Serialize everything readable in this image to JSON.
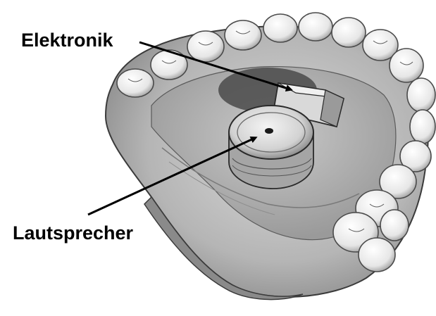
{
  "labels": {
    "electronics": "Elektronik",
    "speaker": "Lautsprecher"
  },
  "colors": {
    "background": "#ffffff",
    "ink": "#000000",
    "gum_light": "#cfcfcf",
    "gum_mid": "#a8a8a8",
    "gum_dark": "#6e6e6e",
    "tooth": "#f2f2f2"
  },
  "icons": [
    "dental-plate-illustration",
    "electronics-module-icon",
    "speaker-icon"
  ]
}
